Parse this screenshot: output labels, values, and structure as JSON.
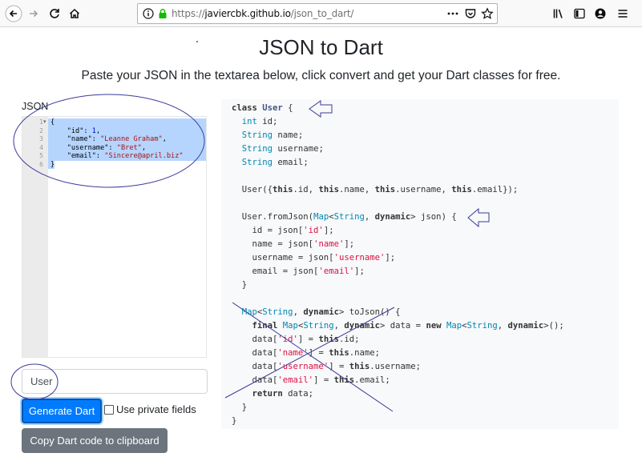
{
  "browser": {
    "url_scheme": "https://",
    "url_host": "javiercbk.github.io",
    "url_path": "/json_to_dart/",
    "icons": [
      "back-arrow-icon",
      "forward-arrow-icon",
      "reload-icon",
      "home-icon",
      "info-icon",
      "lock-icon",
      "more-icon",
      "pocket-icon",
      "bookmark-star-icon",
      "library-icon",
      "sidebar-icon",
      "account-icon",
      "menu-icon"
    ]
  },
  "page": {
    "title": "JSON to Dart",
    "subtitle": "Paste your JSON in the textarea below, click convert and get your Dart classes for free."
  },
  "json_editor": {
    "label": "JSON",
    "line_numbers": [
      "1",
      "2",
      "3",
      "4",
      "5",
      "6"
    ],
    "lines": [
      [
        {
          "t": "{",
          "c": "k"
        }
      ],
      [
        {
          "t": "    \"id\": ",
          "c": "k"
        },
        {
          "t": "1",
          "c": "n"
        },
        {
          "t": ",",
          "c": "k"
        }
      ],
      [
        {
          "t": "    \"name\": ",
          "c": "k"
        },
        {
          "t": "\"Leanne Graham\"",
          "c": "s"
        },
        {
          "t": ",",
          "c": "k"
        }
      ],
      [
        {
          "t": "    \"username\": ",
          "c": "k"
        },
        {
          "t": "\"Bret\"",
          "c": "s"
        },
        {
          "t": ",",
          "c": "k"
        }
      ],
      [
        {
          "t": "    \"email\": ",
          "c": "k"
        },
        {
          "t": "\"Sincere@april.biz\"",
          "c": "s"
        }
      ],
      [
        {
          "t": "}",
          "c": "k"
        }
      ]
    ]
  },
  "form": {
    "class_name_value": "User",
    "generate_label": "Generate Dart",
    "private_fields_label": "Use private fields",
    "private_fields_checked": false,
    "copy_label": "Copy Dart code to clipboard"
  },
  "dart_output": {
    "lines": [
      [
        {
          "t": "class ",
          "c": "kw"
        },
        {
          "t": "User",
          "c": "cl"
        },
        {
          "t": " {",
          "c": "pl"
        }
      ],
      [
        {
          "t": "  ",
          "c": "pl"
        },
        {
          "t": "int",
          "c": "ty"
        },
        {
          "t": " id;",
          "c": "pl"
        }
      ],
      [
        {
          "t": "  ",
          "c": "pl"
        },
        {
          "t": "String",
          "c": "ty"
        },
        {
          "t": " name;",
          "c": "pl"
        }
      ],
      [
        {
          "t": "  ",
          "c": "pl"
        },
        {
          "t": "String",
          "c": "ty"
        },
        {
          "t": " username;",
          "c": "pl"
        }
      ],
      [
        {
          "t": "  ",
          "c": "pl"
        },
        {
          "t": "String",
          "c": "ty"
        },
        {
          "t": " email;",
          "c": "pl"
        }
      ],
      [],
      [
        {
          "t": "  User({",
          "c": "pl"
        },
        {
          "t": "this",
          "c": "kw"
        },
        {
          "t": ".id, ",
          "c": "pl"
        },
        {
          "t": "this",
          "c": "kw"
        },
        {
          "t": ".name, ",
          "c": "pl"
        },
        {
          "t": "this",
          "c": "kw"
        },
        {
          "t": ".username, ",
          "c": "pl"
        },
        {
          "t": "this",
          "c": "kw"
        },
        {
          "t": ".email});",
          "c": "pl"
        }
      ],
      [],
      [
        {
          "t": "  User.fromJson(",
          "c": "pl"
        },
        {
          "t": "Map",
          "c": "ty"
        },
        {
          "t": "<",
          "c": "pl"
        },
        {
          "t": "String",
          "c": "ty"
        },
        {
          "t": ", ",
          "c": "pl"
        },
        {
          "t": "dynamic",
          "c": "kw"
        },
        {
          "t": "> json) {",
          "c": "pl"
        }
      ],
      [
        {
          "t": "    id = json[",
          "c": "pl"
        },
        {
          "t": "'id'",
          "c": "st"
        },
        {
          "t": "];",
          "c": "pl"
        }
      ],
      [
        {
          "t": "    name = json[",
          "c": "pl"
        },
        {
          "t": "'name'",
          "c": "st"
        },
        {
          "t": "];",
          "c": "pl"
        }
      ],
      [
        {
          "t": "    username = json[",
          "c": "pl"
        },
        {
          "t": "'username'",
          "c": "st"
        },
        {
          "t": "];",
          "c": "pl"
        }
      ],
      [
        {
          "t": "    email = json[",
          "c": "pl"
        },
        {
          "t": "'email'",
          "c": "st"
        },
        {
          "t": "];",
          "c": "pl"
        }
      ],
      [
        {
          "t": "  }",
          "c": "pl"
        }
      ],
      [],
      [
        {
          "t": "  ",
          "c": "pl"
        },
        {
          "t": "Map",
          "c": "ty"
        },
        {
          "t": "<",
          "c": "pl"
        },
        {
          "t": "String",
          "c": "ty"
        },
        {
          "t": ", ",
          "c": "pl"
        },
        {
          "t": "dynamic",
          "c": "kw"
        },
        {
          "t": "> toJson() {",
          "c": "pl"
        }
      ],
      [
        {
          "t": "    ",
          "c": "pl"
        },
        {
          "t": "final",
          "c": "kw"
        },
        {
          "t": " ",
          "c": "pl"
        },
        {
          "t": "Map",
          "c": "ty"
        },
        {
          "t": "<",
          "c": "pl"
        },
        {
          "t": "String",
          "c": "ty"
        },
        {
          "t": ", ",
          "c": "pl"
        },
        {
          "t": "dynamic",
          "c": "kw"
        },
        {
          "t": "> data = ",
          "c": "pl"
        },
        {
          "t": "new",
          "c": "kw"
        },
        {
          "t": " ",
          "c": "pl"
        },
        {
          "t": "Map",
          "c": "ty"
        },
        {
          "t": "<",
          "c": "pl"
        },
        {
          "t": "String",
          "c": "ty"
        },
        {
          "t": ", ",
          "c": "pl"
        },
        {
          "t": "dynamic",
          "c": "kw"
        },
        {
          "t": ">();",
          "c": "pl"
        }
      ],
      [
        {
          "t": "    data[",
          "c": "pl"
        },
        {
          "t": "'id'",
          "c": "st"
        },
        {
          "t": "] = ",
          "c": "pl"
        },
        {
          "t": "this",
          "c": "kw"
        },
        {
          "t": ".id;",
          "c": "pl"
        }
      ],
      [
        {
          "t": "    data[",
          "c": "pl"
        },
        {
          "t": "'name'",
          "c": "st"
        },
        {
          "t": "] = ",
          "c": "pl"
        },
        {
          "t": "this",
          "c": "kw"
        },
        {
          "t": ".name;",
          "c": "pl"
        }
      ],
      [
        {
          "t": "    data[",
          "c": "pl"
        },
        {
          "t": "'username'",
          "c": "st"
        },
        {
          "t": "] = ",
          "c": "pl"
        },
        {
          "t": "this",
          "c": "kw"
        },
        {
          "t": ".username;",
          "c": "pl"
        }
      ],
      [
        {
          "t": "    data[",
          "c": "pl"
        },
        {
          "t": "'email'",
          "c": "st"
        },
        {
          "t": "] = ",
          "c": "pl"
        },
        {
          "t": "this",
          "c": "kw"
        },
        {
          "t": ".email;",
          "c": "pl"
        }
      ],
      [
        {
          "t": "    ",
          "c": "pl"
        },
        {
          "t": "return",
          "c": "kw"
        },
        {
          "t": " data;",
          "c": "pl"
        }
      ],
      [
        {
          "t": "  }",
          "c": "pl"
        }
      ],
      [
        {
          "t": "}",
          "c": "pl"
        }
      ]
    ]
  },
  "colors": {
    "primary_button": "#007bff",
    "secondary_button": "#6c757d",
    "selection": "#b5d5ff",
    "annotation_ink": "#3b3b9a"
  }
}
